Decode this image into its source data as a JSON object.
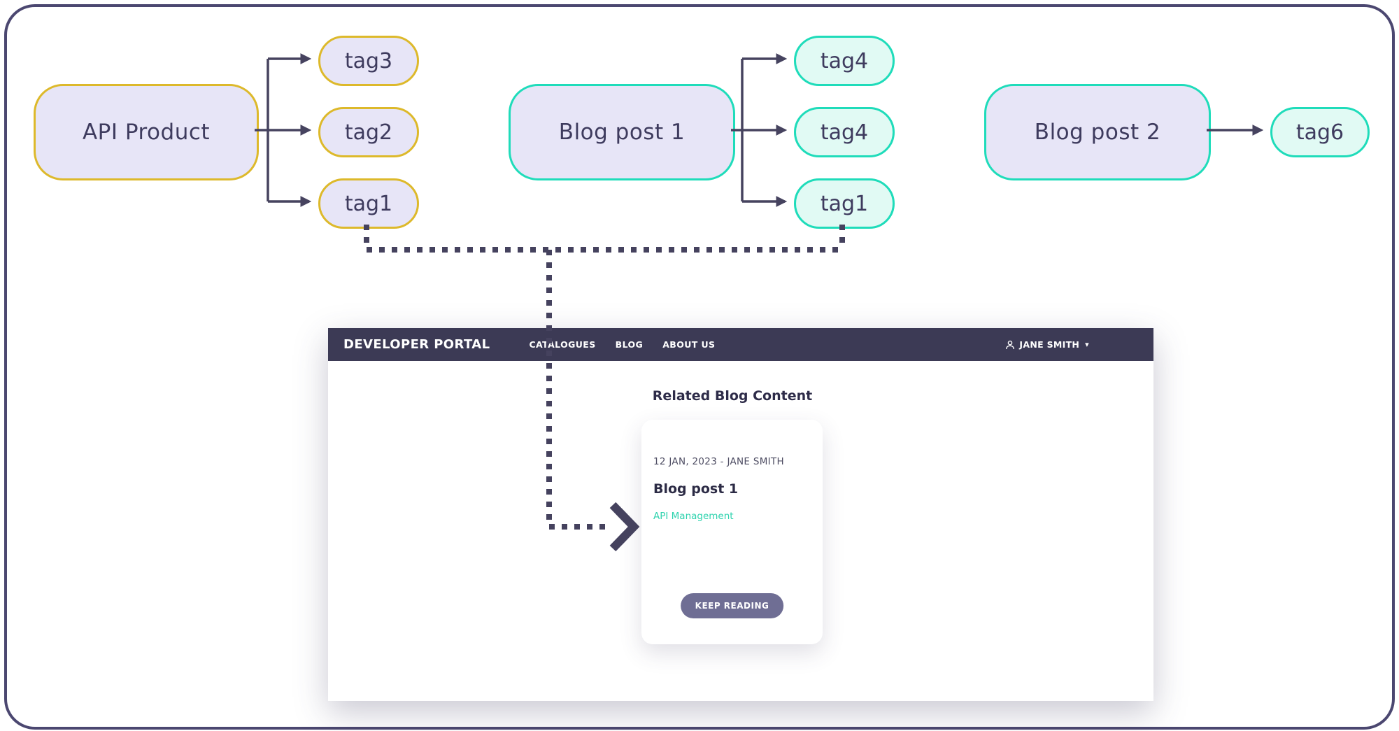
{
  "colors": {
    "ink": "#3e3b5e",
    "connector": "#46435f",
    "lavender_fill": "#e7e5f7",
    "gold_border": "#ddb92b",
    "teal_border": "#1fdcba",
    "mint_fill": "#e1faf4",
    "frame_border": "#4b4770",
    "navbar_bg": "#3c3a55",
    "button_bg": "#6f6e94",
    "tag_text": "#2ed3ae"
  },
  "diagram": {
    "nodes": [
      {
        "label": "API Product",
        "tags": [
          "tag3",
          "tag2",
          "tag1"
        ]
      },
      {
        "label": "Blog post 1",
        "tags": [
          "tag4",
          "tag4",
          "tag1"
        ]
      },
      {
        "label": "Blog post 2",
        "tags": [
          "tag6"
        ]
      }
    ]
  },
  "portal": {
    "brand": "DEVELOPER PORTAL",
    "nav": [
      "CATALOGUES",
      "BLOG",
      "ABOUT US"
    ],
    "user": "JANE SMITH",
    "section_title": "Related Blog Content",
    "card": {
      "meta": "12 JAN, 2023 - JANE SMITH",
      "title": "Blog post 1",
      "tag": "API Management",
      "button": "KEEP READING"
    }
  }
}
